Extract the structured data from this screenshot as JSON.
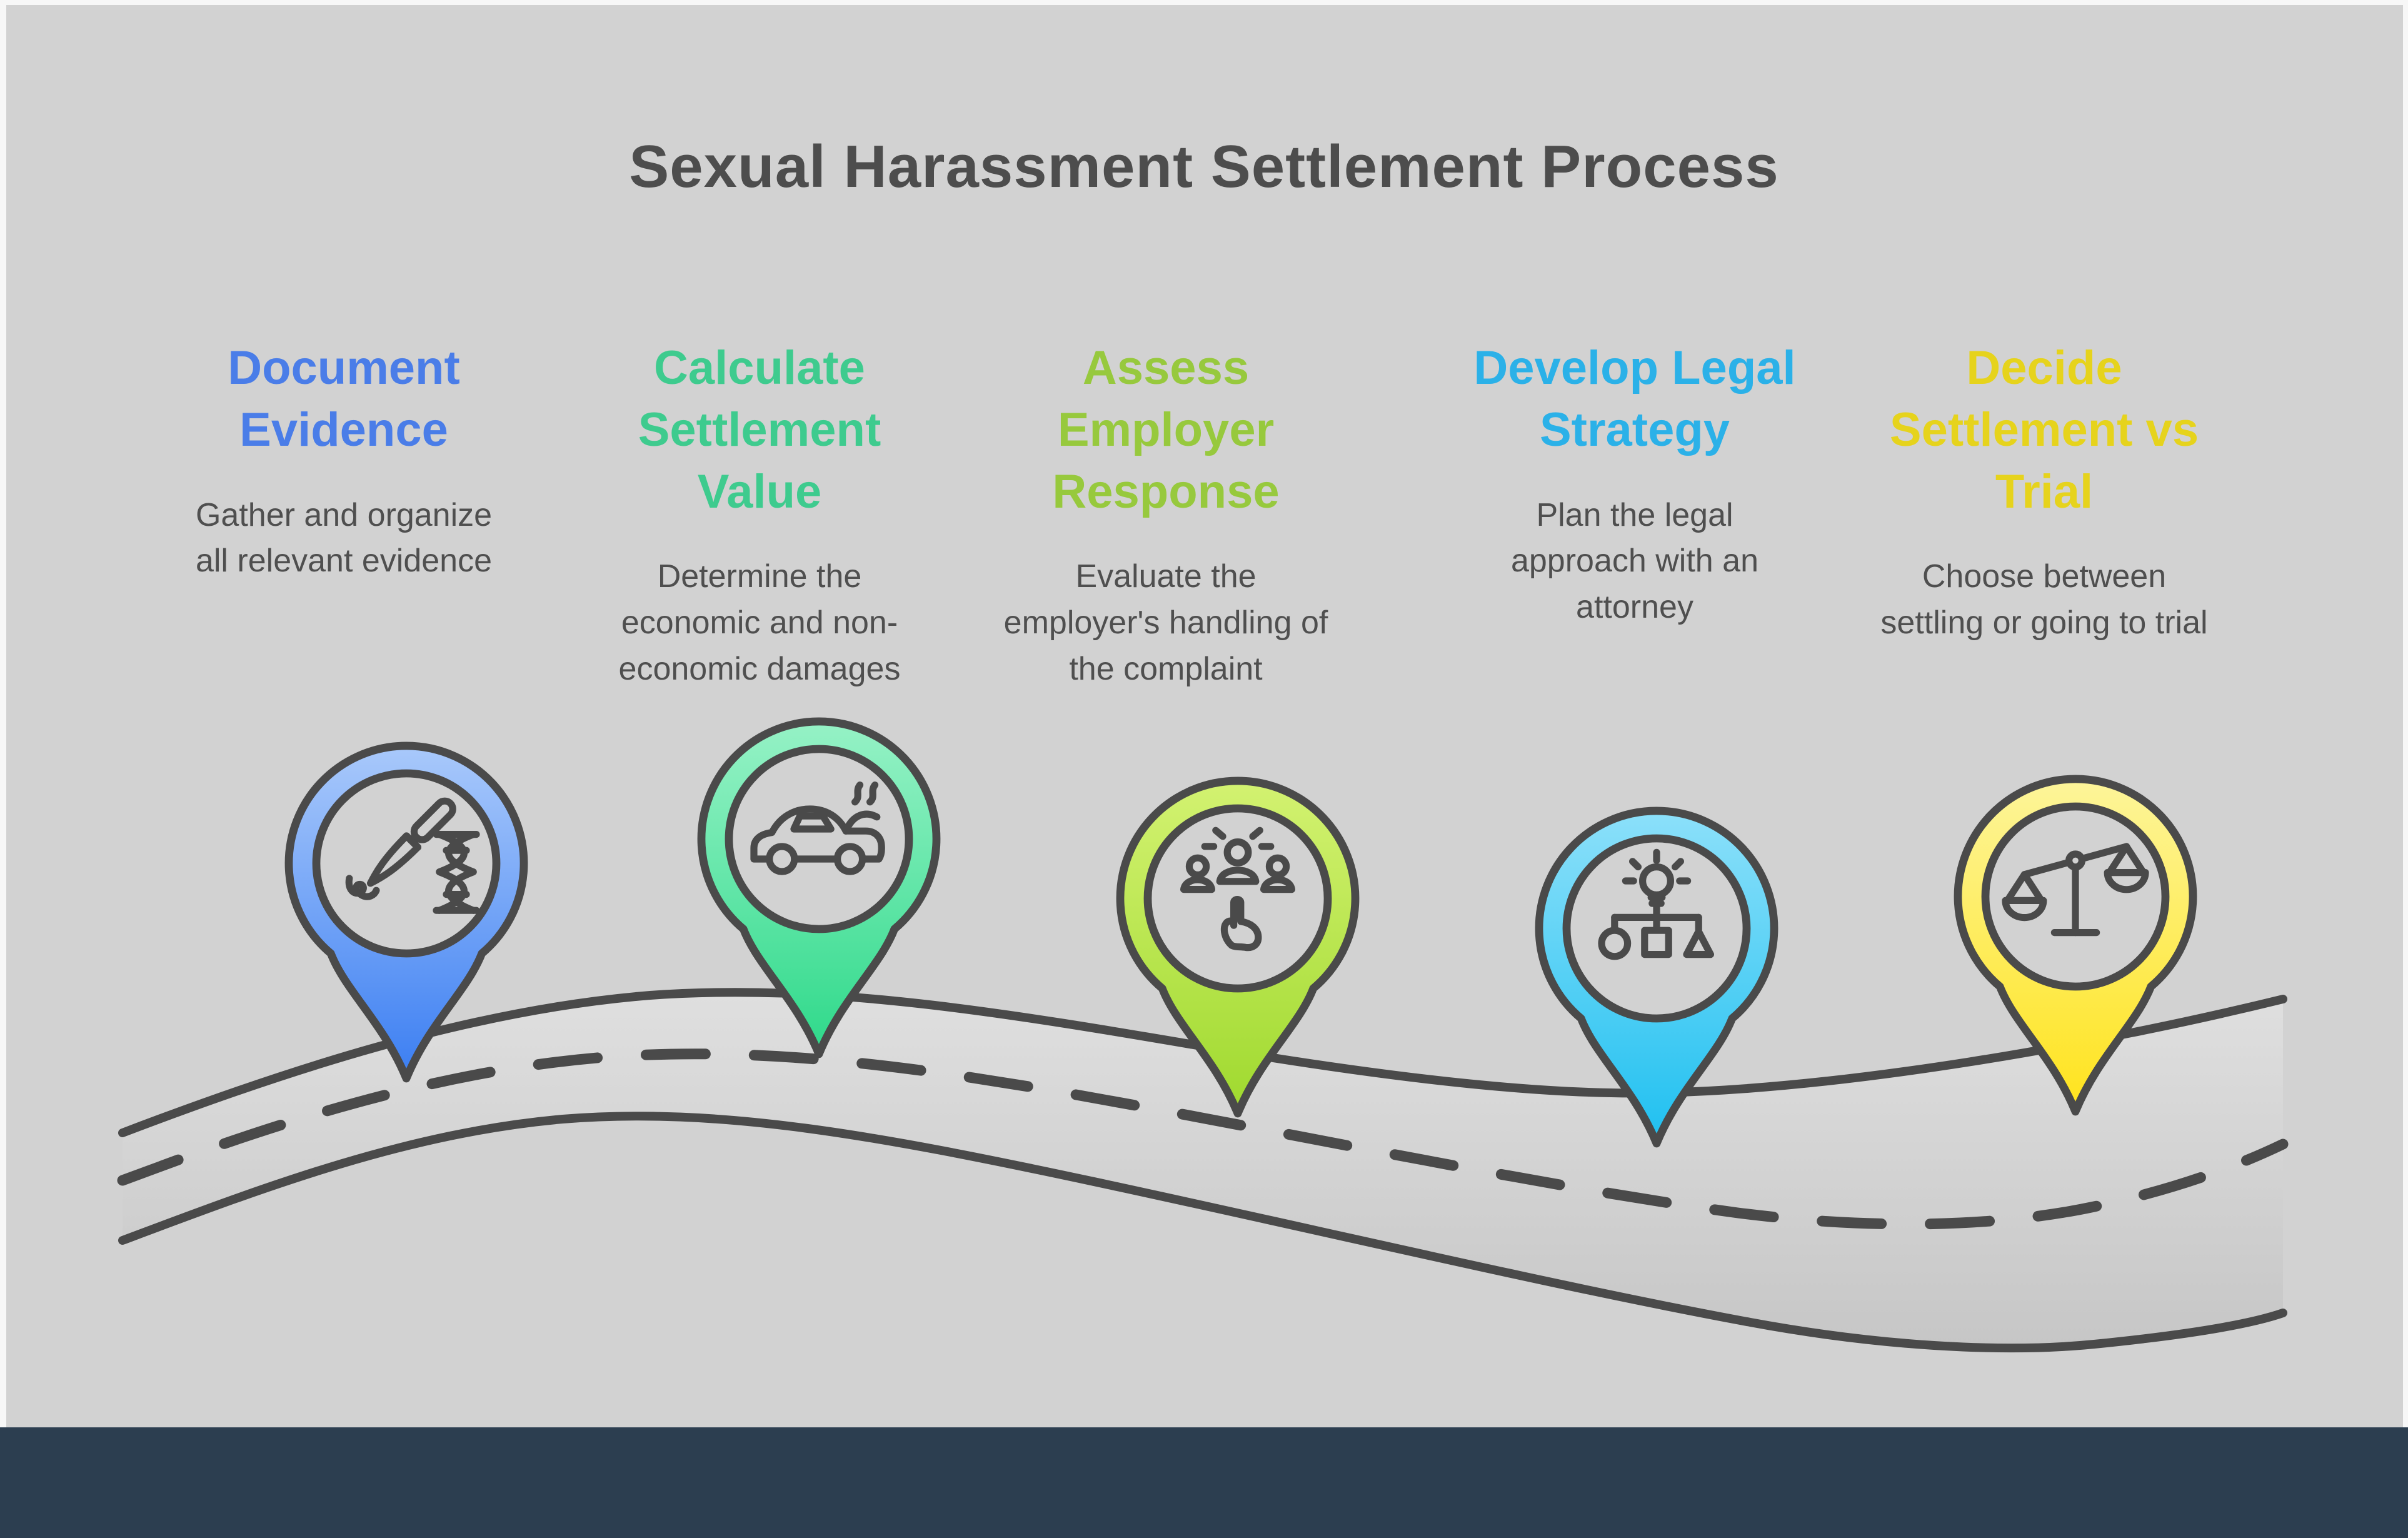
{
  "title": "Sexual Harassment Settlement Process",
  "colors": {
    "frame": "#f7f7f7",
    "canvas": "#d2d2d2",
    "footer": "#2c3e50",
    "title": "#4d4d4d",
    "body_text": "#4f4f4f",
    "outline": "#4a4a4a"
  },
  "road": {
    "line_color": "#4a4a4a",
    "fill_top": "#e0e0e0",
    "fill_bottom": "#c5c5c5"
  },
  "steps": [
    {
      "label": "Document Evidence",
      "description": "Gather and organize all relevant evidence",
      "color": "#4a7de8",
      "pin_gradient": [
        "#a9c9fb",
        "#3b7ef2"
      ],
      "icon": "knife-dna-icon"
    },
    {
      "label": "Calculate Settlement Value",
      "description": "Determine the economic and non-economic damages",
      "color": "#3ecb8e",
      "pin_gradient": [
        "#96f2c6",
        "#2ed98a"
      ],
      "icon": "broken-car-icon"
    },
    {
      "label": "Assess Employer Response",
      "description": "Evaluate the employer's handling of the complaint",
      "color": "#97c93d",
      "pin_gradient": [
        "#d3f271",
        "#9fd92e"
      ],
      "icon": "blame-people-icon"
    },
    {
      "label": "Develop Legal Strategy",
      "description": "Plan the legal approach with an attorney",
      "color": "#2bb1e8",
      "pin_gradient": [
        "#8ce0fa",
        "#1fc0f0"
      ],
      "icon": "lightbulb-flowchart-icon"
    },
    {
      "label": "Decide Settlement vs Trial",
      "description": "Choose between settling or going to trial",
      "color": "#e6d31c",
      "pin_gradient": [
        "#fdf59a",
        "#ffe31c"
      ],
      "icon": "scales-icon"
    }
  ]
}
